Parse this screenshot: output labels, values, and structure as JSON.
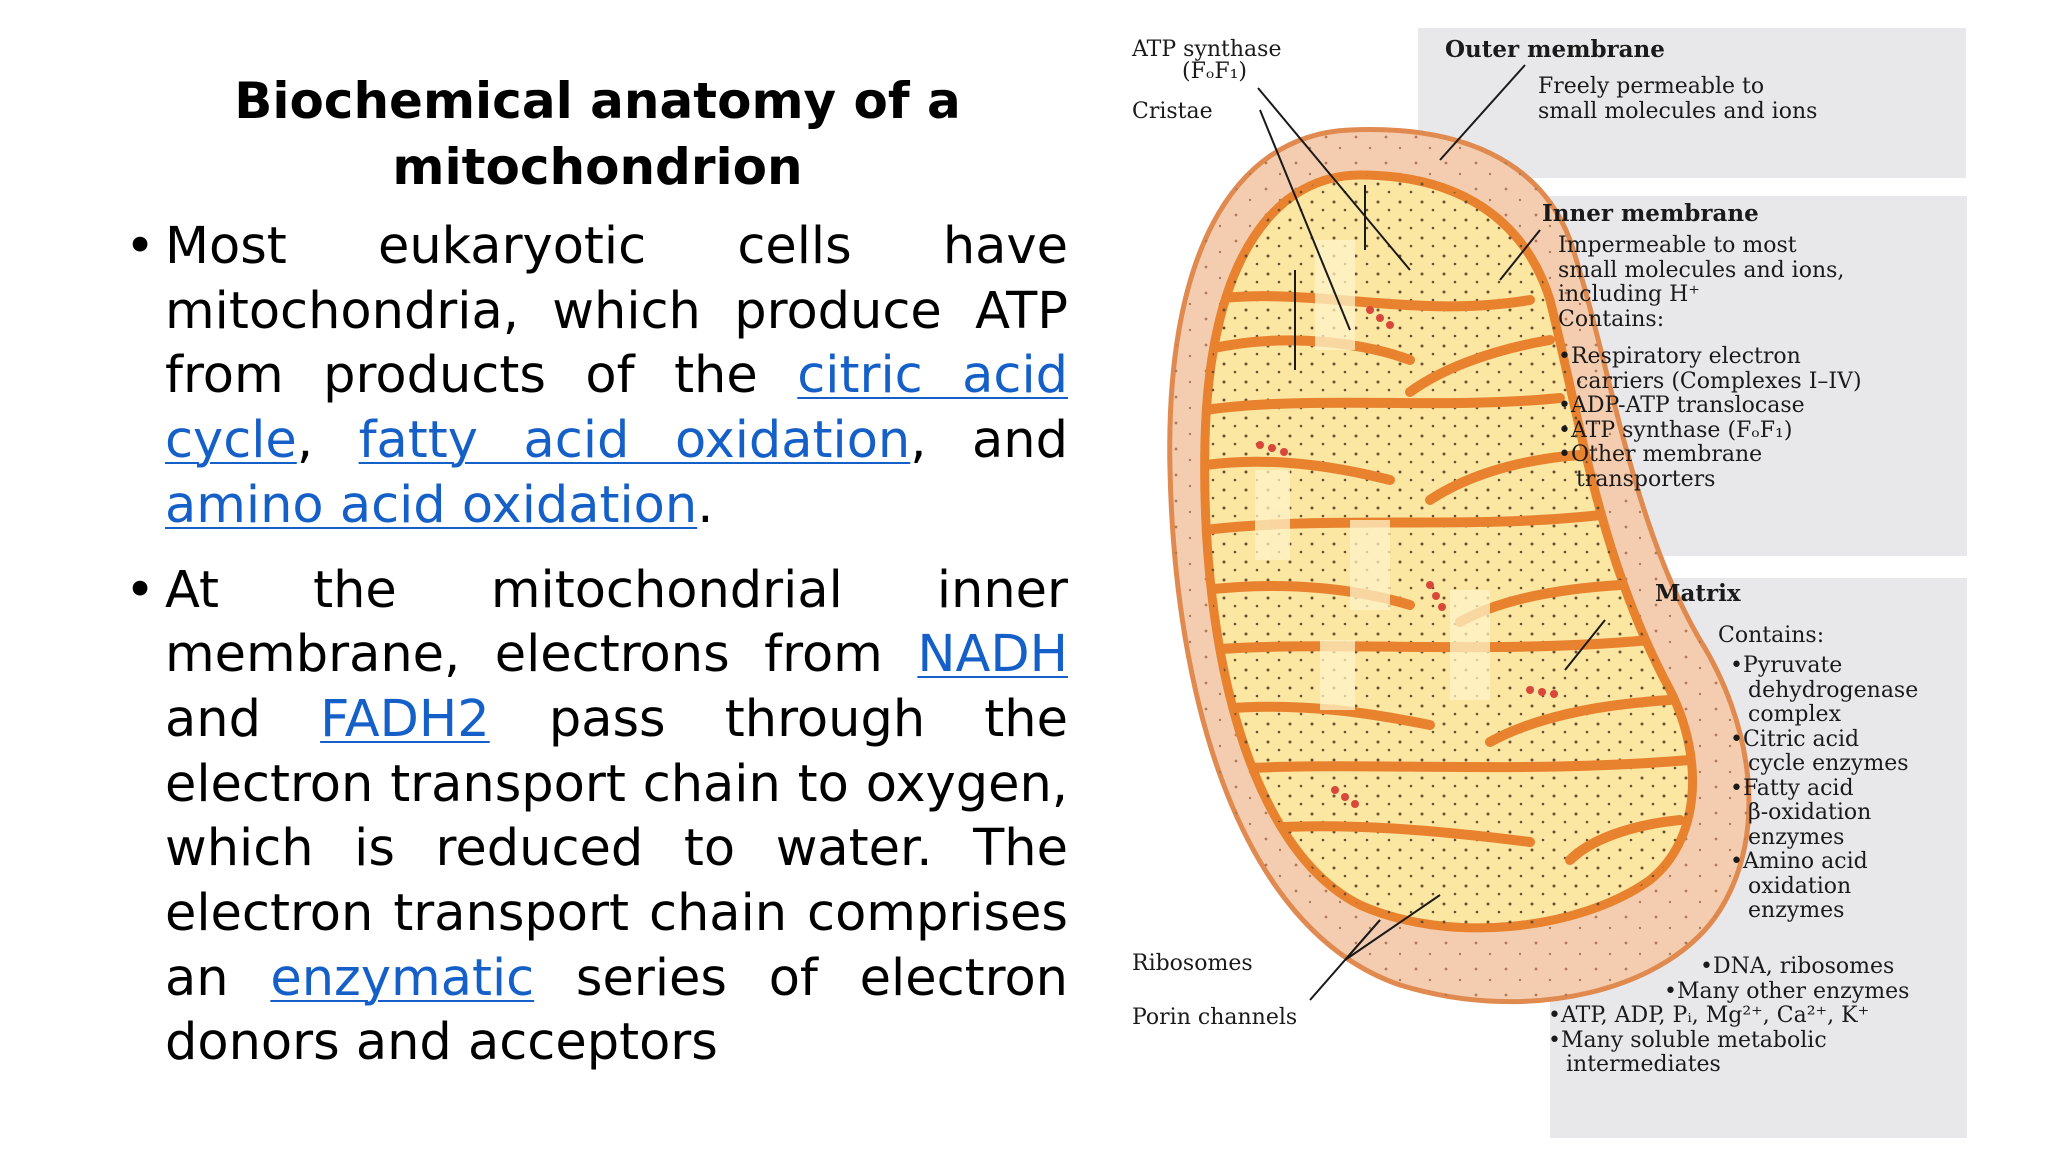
{
  "slide": {
    "title_lines": [
      "Biochemical anatomy of a",
      "mitochondrion"
    ],
    "bullet_char": "•",
    "p1": {
      "text1": "Most eukaryotic cells have mitochondria, which produce ATP from products of the ",
      "link1": "citric acid cycle",
      "text2": ", ",
      "link2": "fatty acid oxidation",
      "text3": ", and ",
      "link3": "amino acid oxidation",
      "text4": "."
    },
    "p2": {
      "text1": "At the mitochondrial inner membrane, electrons from ",
      "link1": "NADH",
      "text2": " and ",
      "link2": "FADH2",
      "text3": " pass through the electron transport chain to oxygen, which is reduced to water. The electron transport chain comprises an ",
      "link3": "enzymatic",
      "text4": " series of electron donors and acceptors"
    }
  },
  "figure": {
    "atp_synthase": [
      "ATP synthase",
      "(FₒF₁)"
    ],
    "cristae": "Cristae",
    "outer_membrane": {
      "heading": "Outer membrane",
      "lines": [
        "Freely permeable to",
        "small molecules and ions"
      ]
    },
    "inner_membrane": {
      "heading": "Inner membrane",
      "lines": [
        "Impermeable to most",
        "small molecules and ions,",
        "including H⁺",
        "Contains:"
      ],
      "items": [
        "•Respiratory electron",
        "carriers (Complexes I–IV)",
        "•ADP-ATP translocase",
        "•ATP synthase (FₒF₁)",
        "•Other membrane",
        "transporters"
      ]
    },
    "matrix": {
      "heading": "Matrix",
      "contains": "Contains:",
      "items": [
        "•Pyruvate",
        "dehydrogenase",
        "complex",
        "•Citric acid",
        "cycle enzymes",
        "•Fatty acid",
        "β-oxidation",
        "enzymes",
        "•Amino acid",
        "oxidation",
        "enzymes"
      ],
      "more": [
        "•DNA, ribosomes",
        "•Many other enzymes",
        "•ATP, ADP, Pᵢ, Mg²⁺, Ca²⁺, K⁺",
        "•Many soluble metabolic",
        "intermediates"
      ]
    },
    "ribosomes": "Ribosomes",
    "porin_channels": "Porin channels",
    "colors": {
      "outer": "#f3c8a8",
      "inner": "#e8822e",
      "matrix": "#fbe6a2",
      "panel": "#e8e8ea"
    }
  }
}
